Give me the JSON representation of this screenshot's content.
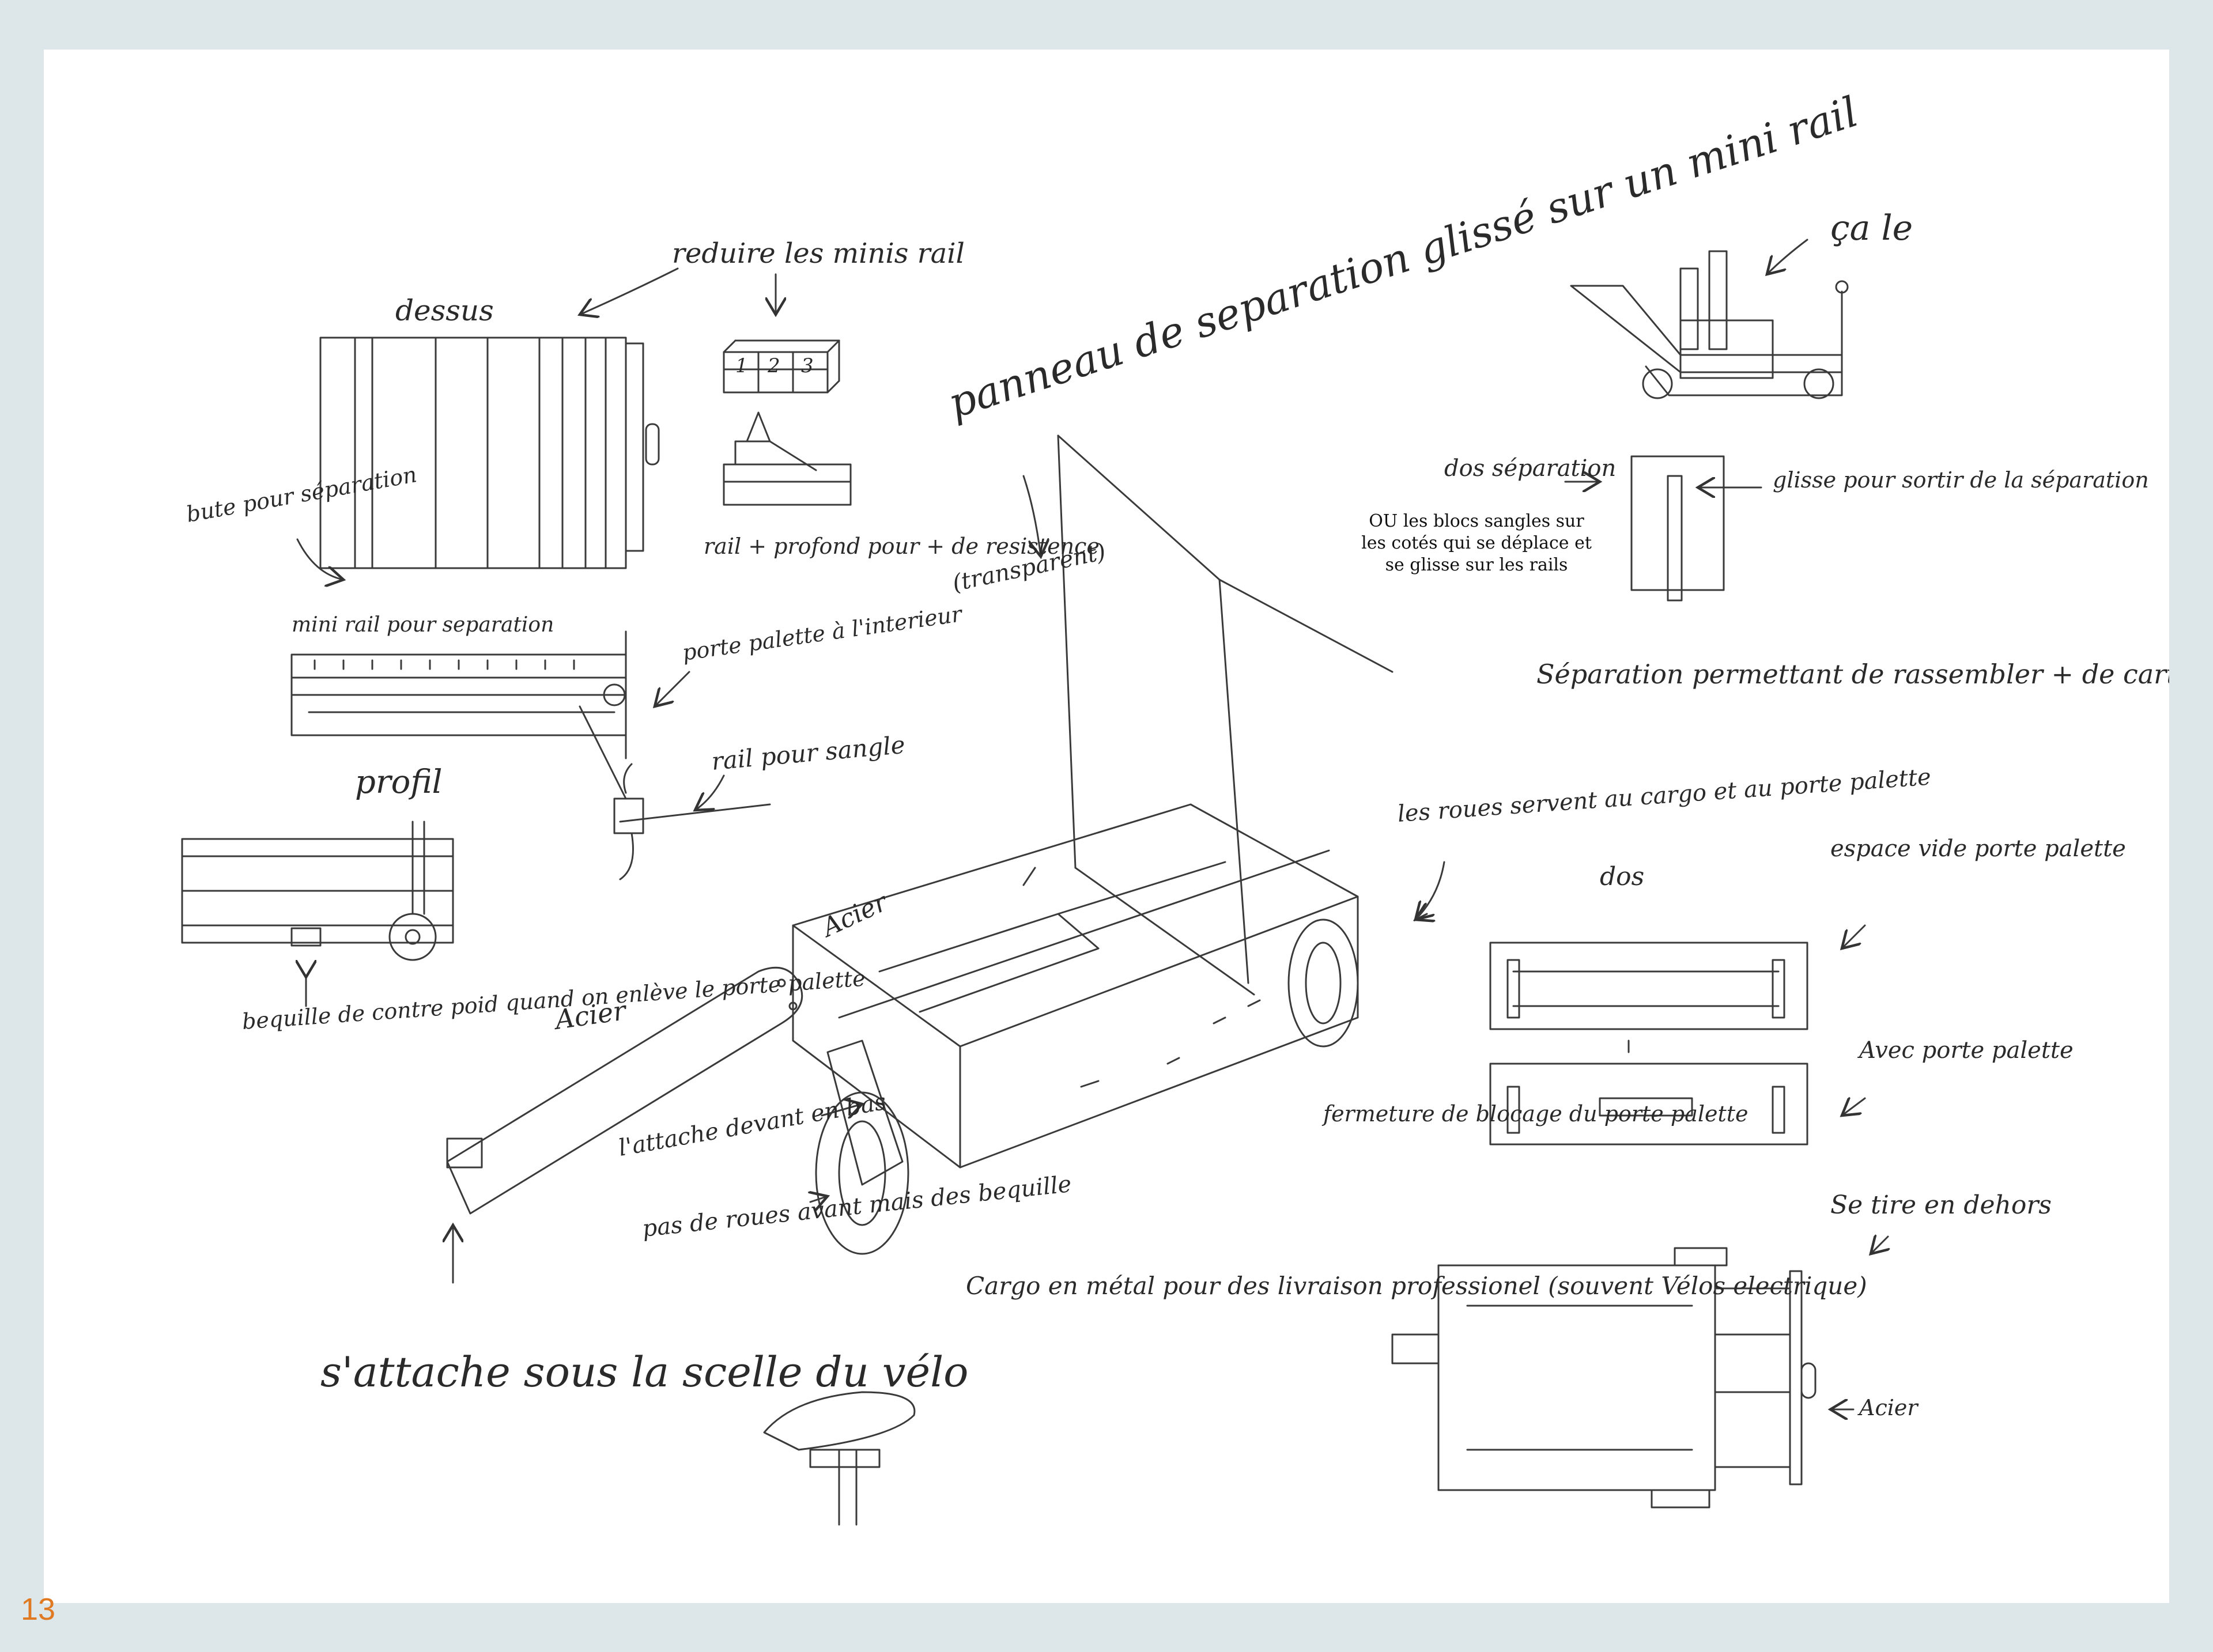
{
  "page_number": "13",
  "printed_note": "OU les blocs sangles sur les cotés qui se déplace et se glisse sur les rails",
  "handwritten": {
    "reduire": "reduire les minis rail",
    "dessus": "dessus",
    "rail_profond": "rail + profond pour + de resistence",
    "bute": "bute pour séparation",
    "mini_rail": "mini rail pour separation",
    "porte_palette_interieur": "porte palette à l'interieur",
    "rail_sangle": "rail pour sangle",
    "profil": "profil",
    "bequille": "bequille de contre poid quand on enlève le porte palette",
    "acier_1": "Acier",
    "acier_2": "Acier",
    "acier_3": "Acier",
    "attache": "l'attache devant en bas",
    "pas_de_roues": "pas de roues avant mais des bequille",
    "s_attache": "s'attache sous la scelle du vélo",
    "panneau": "panneau de separation glissé sur un mini rail",
    "transparent": "(transparent)",
    "cargo": "Cargo en métal pour des livraison professionel (souvent Vélos electrique)",
    "ca_le": "ça le",
    "dos_separation": "dos séparation",
    "glisse": "glisse pour sortir de la séparation",
    "separation_permettant": "Séparation permettant de rassembler + de carton ensemble",
    "roues": "les roues servent au cargo et au porte palette",
    "dos": "dos",
    "espace_vide": "espace vide porte palette",
    "avec_porte": "Avec porte palette",
    "fermeture": "fermeture de blocage du porte palette",
    "se_tire": "Se tire en dehors",
    "num_1": "1",
    "num_2": "2",
    "num_3": "3"
  }
}
